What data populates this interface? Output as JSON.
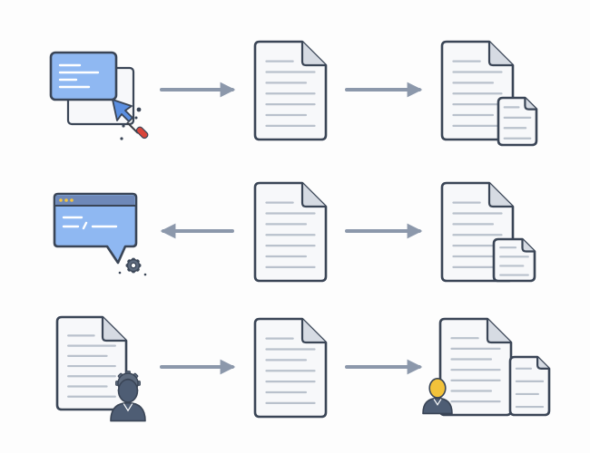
{
  "rows": [
    {
      "left_icon": "window-with-cursor-and-screwdriver-icon",
      "arrow_direction": "right",
      "middle_icon": "document-icon",
      "right_arrow_direction": "right",
      "right_icon": "document-with-attachment-icon"
    },
    {
      "left_icon": "speech-window-with-gear-icon",
      "arrow_direction": "left",
      "middle_icon": "document-icon",
      "right_arrow_direction": "right",
      "right_icon": "document-with-attachment-icon"
    },
    {
      "left_icon": "document-with-gear-user-icon",
      "arrow_direction": "right",
      "middle_icon": "document-icon",
      "right_arrow_direction": "right",
      "right_icon": "document-with-user-and-attachment-icon"
    }
  ],
  "colors": {
    "outline": "#3a4556",
    "paper": "#f7f8fa",
    "fold": "#d6dbe3",
    "text_lines": "#b9c1cc",
    "arrow": "#8c98ab",
    "window_blue": "#8fb8f2",
    "window_header": "#6e88b8",
    "gear": "#5d6a7d",
    "user_gold": "#f2c23a",
    "user_body": "#4e5d74",
    "screwdriver_red": "#d9453b"
  }
}
